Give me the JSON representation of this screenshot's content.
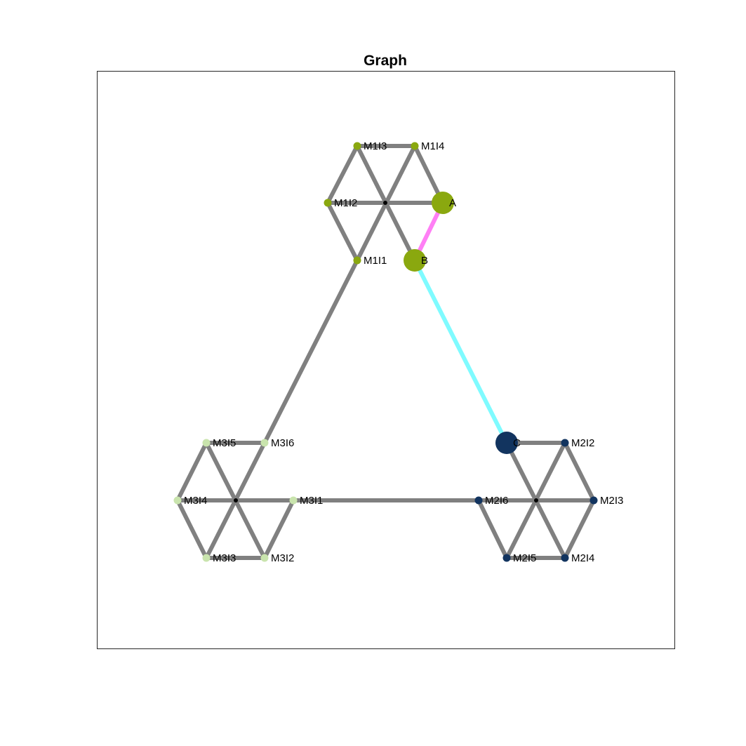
{
  "title": "Graph",
  "colors": {
    "edge": "#808080",
    "module1": "#8aa80f",
    "module2": "#12345f",
    "module3": "#c9e4ad",
    "hub": "#000000",
    "highlight_ab": "#ff7ff5",
    "highlight_bc": "#7ffbff"
  },
  "nodes": [
    {
      "id": "M1I3",
      "label": "M1I3",
      "group": "module1",
      "size": "small"
    },
    {
      "id": "M1I4",
      "label": "M1I4",
      "group": "module1",
      "size": "small"
    },
    {
      "id": "M1I2",
      "label": "M1I2",
      "group": "module1",
      "size": "small"
    },
    {
      "id": "A",
      "label": "A",
      "group": "module1",
      "size": "large"
    },
    {
      "id": "M1I1",
      "label": "M1I1",
      "group": "module1",
      "size": "small"
    },
    {
      "id": "B",
      "label": "B",
      "group": "module1",
      "size": "large"
    },
    {
      "id": "C",
      "label": "C",
      "group": "module2",
      "size": "large"
    },
    {
      "id": "M2I2",
      "label": "M2I2",
      "group": "module2",
      "size": "small"
    },
    {
      "id": "M2I6",
      "label": "M2I6",
      "group": "module2",
      "size": "small"
    },
    {
      "id": "M2I3",
      "label": "M2I3",
      "group": "module2",
      "size": "small"
    },
    {
      "id": "M2I5",
      "label": "M2I5",
      "group": "module2",
      "size": "small"
    },
    {
      "id": "M2I4",
      "label": "M2I4",
      "group": "module2",
      "size": "small"
    },
    {
      "id": "M3I5",
      "label": "M3I5",
      "group": "module3",
      "size": "small"
    },
    {
      "id": "M3I6",
      "label": "M3I6",
      "group": "module3",
      "size": "small"
    },
    {
      "id": "M3I4",
      "label": "M3I4",
      "group": "module3",
      "size": "small"
    },
    {
      "id": "M3I1",
      "label": "M3I1",
      "group": "module3",
      "size": "small"
    },
    {
      "id": "M3I3",
      "label": "M3I3",
      "group": "module3",
      "size": "small"
    },
    {
      "id": "M3I2",
      "label": "M3I2",
      "group": "module3",
      "size": "small"
    },
    {
      "id": "H1",
      "label": "",
      "group": "hub",
      "size": "tiny"
    },
    {
      "id": "H2",
      "label": "",
      "group": "hub",
      "size": "tiny"
    },
    {
      "id": "H3",
      "label": "",
      "group": "hub",
      "size": "tiny"
    }
  ],
  "edges": [
    {
      "from": "M1I3",
      "to": "M1I4",
      "style": "edge"
    },
    {
      "from": "M1I2",
      "to": "M1I3",
      "style": "edge"
    },
    {
      "from": "M1I2",
      "to": "M1I1",
      "style": "edge"
    },
    {
      "from": "M1I4",
      "to": "A",
      "style": "edge"
    },
    {
      "from": "M1I3",
      "to": "B",
      "style": "edge"
    },
    {
      "from": "M1I4",
      "to": "M1I1",
      "style": "edge"
    },
    {
      "from": "M1I2",
      "to": "A",
      "style": "edge"
    },
    {
      "from": "M1I1",
      "to": "M3I6",
      "style": "edge"
    },
    {
      "from": "A",
      "to": "B",
      "style": "highlight_ab"
    },
    {
      "from": "B",
      "to": "C",
      "style": "highlight_bc"
    },
    {
      "from": "C",
      "to": "M2I2",
      "style": "edge"
    },
    {
      "from": "M2I5",
      "to": "M2I4",
      "style": "edge"
    },
    {
      "from": "M2I2",
      "to": "M2I3",
      "style": "edge"
    },
    {
      "from": "M2I3",
      "to": "M2I4",
      "style": "edge"
    },
    {
      "from": "M2I6",
      "to": "M2I5",
      "style": "edge"
    },
    {
      "from": "C",
      "to": "M2I4",
      "style": "edge"
    },
    {
      "from": "M2I2",
      "to": "M2I5",
      "style": "edge"
    },
    {
      "from": "M2I6",
      "to": "M2I3",
      "style": "edge"
    },
    {
      "from": "M3I1",
      "to": "M2I6",
      "style": "edge"
    },
    {
      "from": "M3I5",
      "to": "M3I6",
      "style": "edge"
    },
    {
      "from": "M3I3",
      "to": "M3I2",
      "style": "edge"
    },
    {
      "from": "M3I4",
      "to": "M3I5",
      "style": "edge"
    },
    {
      "from": "M3I4",
      "to": "M3I3",
      "style": "edge"
    },
    {
      "from": "M3I1",
      "to": "M3I2",
      "style": "edge"
    },
    {
      "from": "M3I5",
      "to": "M3I2",
      "style": "edge"
    },
    {
      "from": "M3I6",
      "to": "M3I3",
      "style": "edge"
    },
    {
      "from": "M3I4",
      "to": "M3I1",
      "style": "edge"
    }
  ]
}
